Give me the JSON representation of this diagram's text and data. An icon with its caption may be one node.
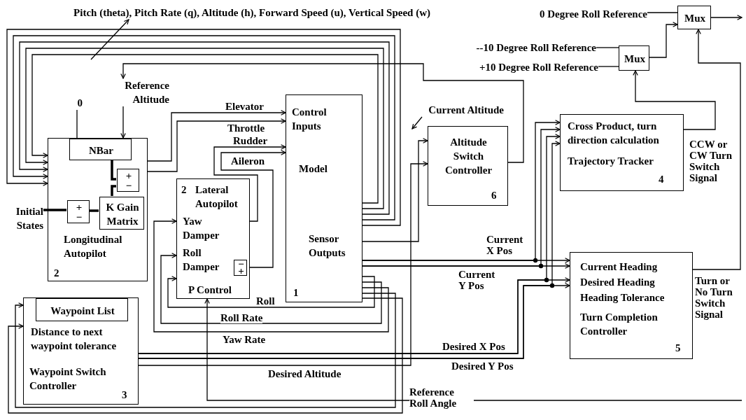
{
  "diagram": {
    "nodes": [
      {
        "text": [
          "Control Inputs",
          "Model",
          "Sensor Outputs",
          "1"
        ]
      },
      {
        "text": [
          "Longitudinal Autopilot",
          "2"
        ]
      },
      {
        "text": [
          "NBar"
        ],
        "in": 1
      },
      {
        "text": [
          "+",
          "−"
        ],
        "in": 1
      },
      {
        "text": [
          "K Gain Matrix"
        ],
        "in": 1
      },
      {
        "text": [
          "+",
          "−"
        ],
        "in": 1
      },
      {
        "text": [
          "2",
          "Lateral Autopilot",
          "Yaw Damper",
          "Roll Damper",
          "P Control"
        ]
      },
      {
        "text": [
          "−",
          "+"
        ],
        "in": 6
      },
      {
        "text": [
          "Distance to next waypoint tolerance",
          "Waypoint Switch Controller",
          "3"
        ]
      },
      {
        "text": [
          "Waypoint List"
        ],
        "in": 8
      },
      {
        "text": [
          "Altitude Switch Controller",
          "6"
        ]
      },
      {
        "text": [
          "Cross Product, turn direction calculation",
          "Trajectory Tracker",
          "4"
        ]
      },
      {
        "text": [
          "Current Heading",
          "Desired Heading",
          "Heading Tolerance",
          "Turn Completion Controller",
          "5"
        ]
      },
      {
        "text": [
          "Mux"
        ]
      },
      {
        "text": [
          "Mux"
        ]
      },
      {
        "text": [
          "0"
        ]
      },
      {
        "text": [
          "Reference Altitude"
        ]
      },
      {
        "text": [
          "Initial States"
        ]
      },
      {
        "text": [
          "0 Degree Roll Reference"
        ]
      },
      {
        "text": [
          "--10 Degree Roll Reference"
        ]
      },
      {
        "text": [
          "+10 Degree Roll Reference"
        ]
      },
      {
        "text": [
          "Pitch (theta), Pitch Rate (q), Altitude (h), Forward Speed (u), Vertical Speed (w)"
        ]
      },
      {
        "text": [
          "Current Altitude"
        ]
      }
    ],
    "edges": [
      {
        "from": 15,
        "to": 2,
        "arrow": "none"
      },
      {
        "from": 16,
        "to": 2,
        "arrow": "to"
      },
      {
        "from": 0,
        "to": 1,
        "arrow": "to"
      },
      {
        "from": 0,
        "to": 1,
        "arrow": "to"
      },
      {
        "from": 0,
        "to": 1,
        "arrow": "to"
      },
      {
        "from": 0,
        "to": 1,
        "arrow": "to"
      },
      {
        "from": 0,
        "to": 1,
        "arrow": "to"
      },
      {
        "from": 10,
        "to": 16,
        "arrow": "to"
      },
      {
        "from": 1,
        "to": 0,
        "arrow": "to",
        "label": "Elevator"
      },
      {
        "from": 1,
        "to": 0,
        "arrow": "to",
        "label": "Throttle"
      },
      {
        "from": 6,
        "to": 0,
        "arrow": "to",
        "label": "Rudder"
      },
      {
        "from": 6,
        "to": 0,
        "arrow": "to",
        "label": "Aileron"
      },
      {
        "from": 0,
        "to": 6,
        "arrow": "to",
        "label": "Roll"
      },
      {
        "from": 0,
        "to": 6,
        "arrow": "to",
        "label": "Roll Rate"
      },
      {
        "from": 0,
        "to": 6,
        "arrow": "to",
        "label": "Yaw Rate"
      },
      {
        "from": 17,
        "to": 3,
        "arrow": "none",
        "style": "thick"
      },
      {
        "from": 8,
        "to": 12,
        "arrow": "to",
        "label": "Desired X Pos"
      },
      {
        "from": 8,
        "to": 12,
        "arrow": "to",
        "label": "Desired Y Pos"
      },
      {
        "from": 8,
        "to": 10,
        "arrow": "to",
        "label": "Desired Altitude"
      },
      {
        "from": 0,
        "to": 10,
        "arrow": "to"
      },
      {
        "from": 0,
        "to": 12,
        "arrow": "to",
        "label": "Current X Pos"
      },
      {
        "from": 0,
        "to": 12,
        "arrow": "to",
        "label": "Current Y Pos"
      },
      {
        "from": 0,
        "to": 11,
        "arrow": "to"
      },
      {
        "from": 0,
        "to": 11,
        "arrow": "to"
      },
      {
        "from": 8,
        "to": 11,
        "arrow": "to"
      },
      {
        "from": 8,
        "to": 11,
        "arrow": "to"
      },
      {
        "from": 11,
        "to": 13,
        "arrow": "to",
        "label": "CCW or CW Turn Switch Signal"
      },
      {
        "from": 19,
        "to": 13,
        "arrow": "none"
      },
      {
        "from": 20,
        "to": 13,
        "arrow": "none"
      },
      {
        "from": 13,
        "to": 14,
        "arrow": "to"
      },
      {
        "from": 18,
        "to": 14,
        "arrow": "none"
      },
      {
        "from": 12,
        "to": 14,
        "arrow": "to",
        "label": "Turn or No Turn Switch Signal"
      },
      {
        "from": 14,
        "to": null,
        "arrow": "to"
      },
      {
        "from": null,
        "to": 6,
        "arrow": "to",
        "label": "Reference Roll Angle"
      },
      {
        "from": 0,
        "to": 8,
        "arrow": "to"
      },
      {
        "from": 0,
        "to": 8,
        "arrow": "to"
      },
      {
        "from": null,
        "to": 21,
        "arrow": "to"
      },
      {
        "from": 22,
        "to": null,
        "arrow": "to"
      },
      {
        "from": 2,
        "to": 5,
        "arrow": "none",
        "style": "thick"
      },
      {
        "from": 4,
        "to": 5,
        "arrow": "none",
        "style": "thick"
      },
      {
        "from": 3,
        "to": 4,
        "arrow": "none",
        "style": "thick"
      }
    ]
  }
}
